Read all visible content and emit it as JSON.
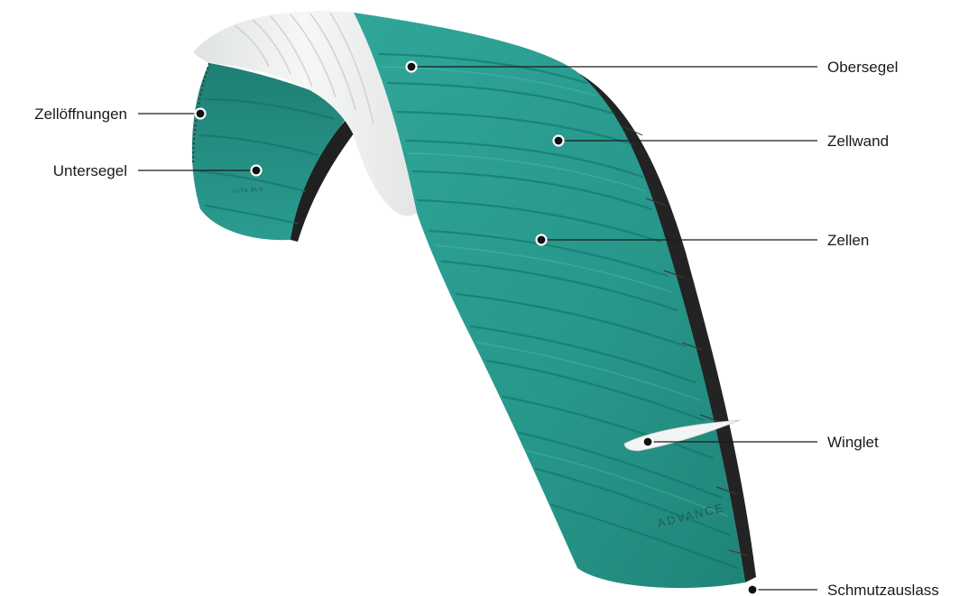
{
  "labels": {
    "obersegel": "Obersegel",
    "zelloffnungen": "Zellöffnungen",
    "zellwand": "Zellwand",
    "untersegel": "Untersegel",
    "zellen": "Zellen",
    "winglet": "Winglet",
    "schmutzauslass": "Schmutzauslass"
  },
  "brand": {
    "logo_text": "ADVANCE",
    "small_print": "IOTA DLS"
  },
  "colors": {
    "teal": "#2a9c8f",
    "teal_dark": "#1b7d72",
    "white_panel": "#eef0f0",
    "black_panel": "#222222",
    "leader": "#1a1a1a"
  }
}
